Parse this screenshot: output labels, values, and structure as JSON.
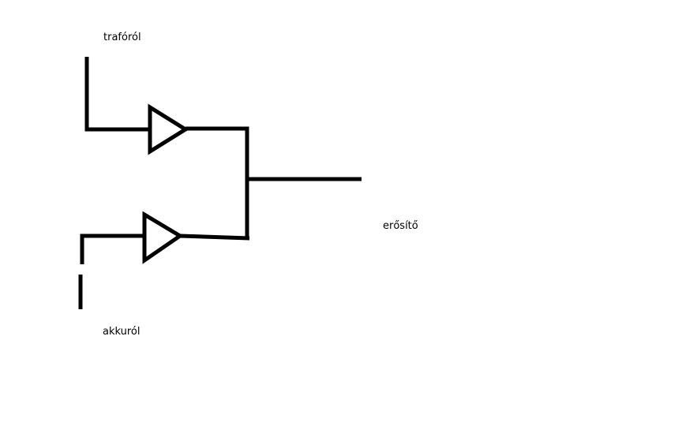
{
  "labels": {
    "top_input": "trafóról",
    "bottom_input": "akkuról",
    "output": "erősítő"
  },
  "colors": {
    "stroke": "#000000",
    "background": "#ffffff"
  }
}
